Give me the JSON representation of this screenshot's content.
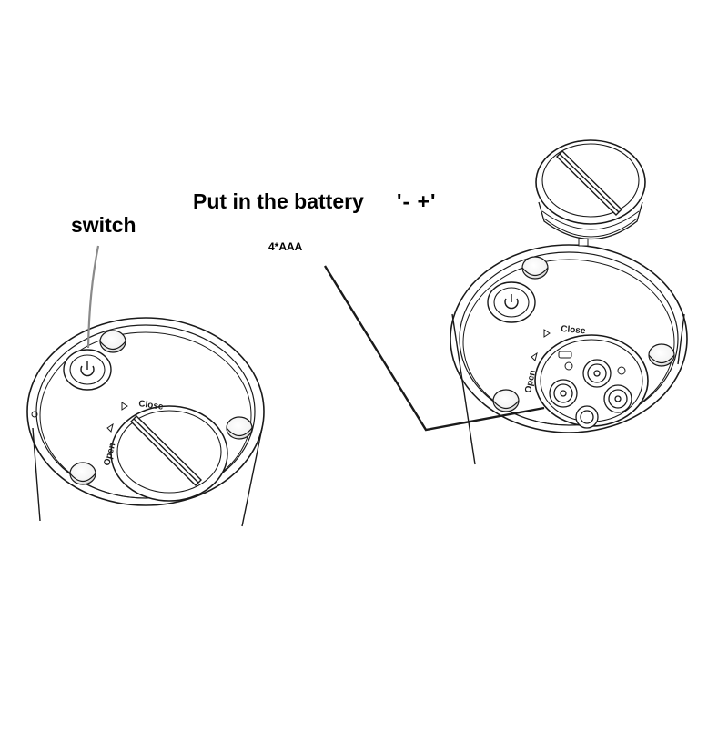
{
  "labels": {
    "switch": "switch",
    "title": "Put in the battery",
    "polarity": "'-  +'",
    "battery_count": "4*AAA"
  },
  "markings": {
    "open": "Open",
    "close": "Close"
  },
  "colors": {
    "line": "#1a1a1a",
    "background": "#ffffff"
  },
  "icons": [
    "power-icon",
    "arrow-icon"
  ]
}
